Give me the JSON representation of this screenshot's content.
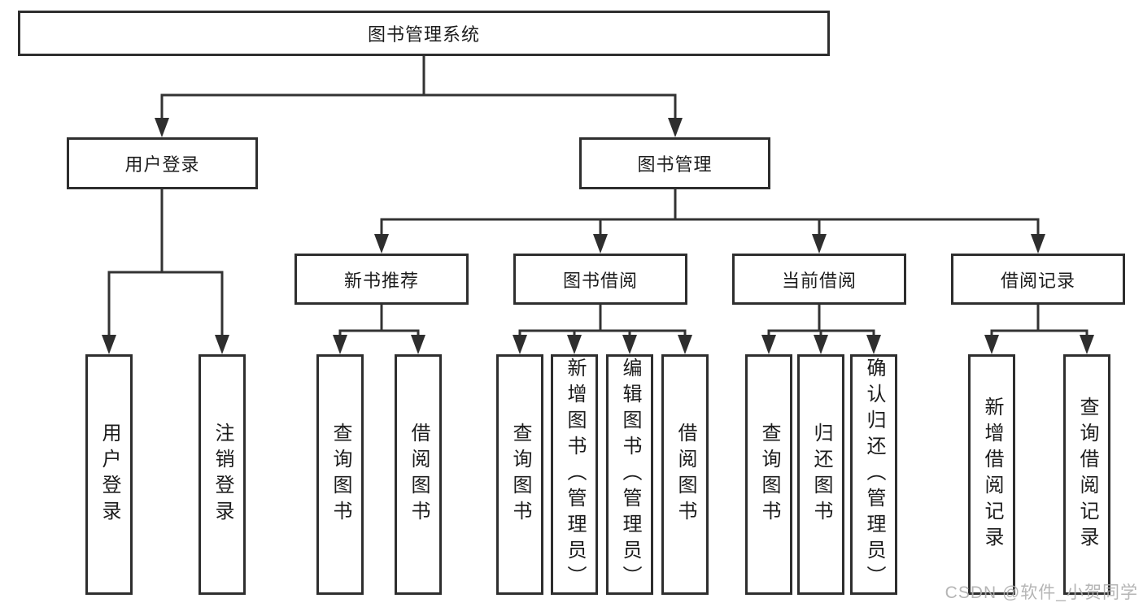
{
  "diagram": {
    "root": "图书管理系统",
    "branches": {
      "userLogin": {
        "label": "用户登录",
        "children": [
          "用户登录",
          "注销登录"
        ]
      },
      "bookManagement": {
        "label": "图书管理",
        "sections": {
          "newBookRecommend": {
            "label": "新书推荐",
            "children": [
              "查询图书",
              "借阅图书"
            ]
          },
          "bookBorrow": {
            "label": "图书借阅",
            "children": [
              "查询图书",
              "新增图书（管理员）",
              "编辑图书（管理员）",
              "借阅图书"
            ]
          },
          "currentBorrow": {
            "label": "当前借阅",
            "children": [
              "查询图书",
              "归还图书",
              "确认归还（管理员）"
            ]
          },
          "borrowRecords": {
            "label": "借阅记录",
            "children": [
              "新增借阅记录",
              "查询借阅记录"
            ]
          }
        }
      }
    }
  },
  "watermark": {
    "text": "CSDN @软件_小贺同学"
  },
  "colors": {
    "line": "#333333",
    "box_border": "#2e2e2e",
    "text": "#1c1c1c",
    "watermark": "#adadad",
    "background": "#ffffff"
  }
}
